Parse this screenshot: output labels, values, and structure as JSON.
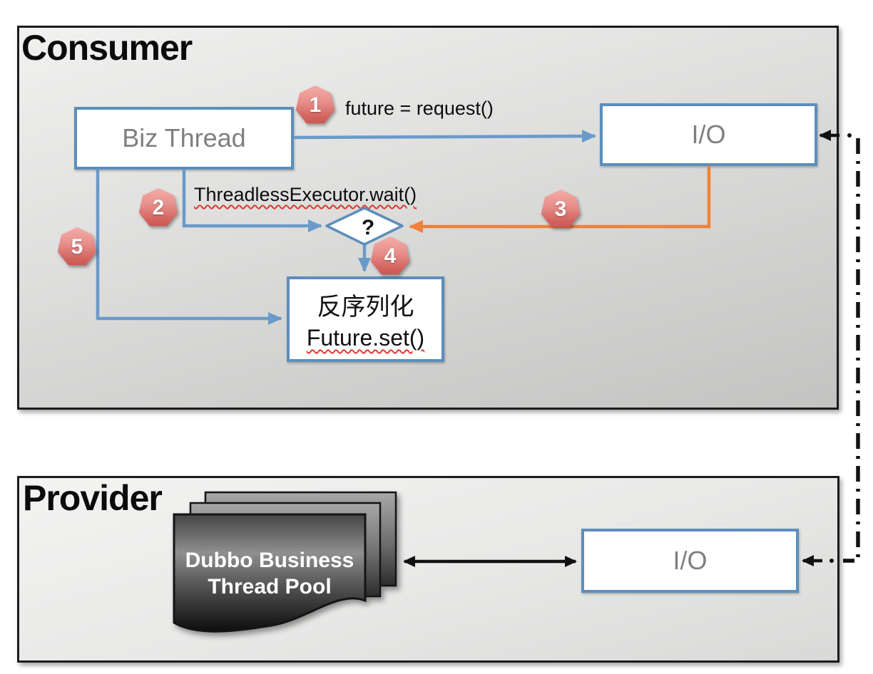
{
  "consumer": {
    "title": "Consumer",
    "biz_thread": "Biz Thread",
    "io": "I/O",
    "request_label": "future = request()",
    "wait_label": "ThreadlessExecutor.wait()",
    "decision": "?",
    "deserialize_cn": "反序列化",
    "deserialize_call": "Future.set()"
  },
  "provider": {
    "title": "Provider",
    "pool_line1": "Dubbo Business",
    "pool_line2": "Thread Pool",
    "io": "I/O"
  },
  "badges": [
    "1",
    "2",
    "3",
    "4",
    "5"
  ],
  "colors": {
    "arrow_blue": "#6a9ac9",
    "arrow_orange": "#ef813b",
    "box_border_blue": "#5d8ebc",
    "badge_red": "#d2625e",
    "node_text_gray": "#7f7f7f",
    "line_black": "#1a1a1a"
  }
}
